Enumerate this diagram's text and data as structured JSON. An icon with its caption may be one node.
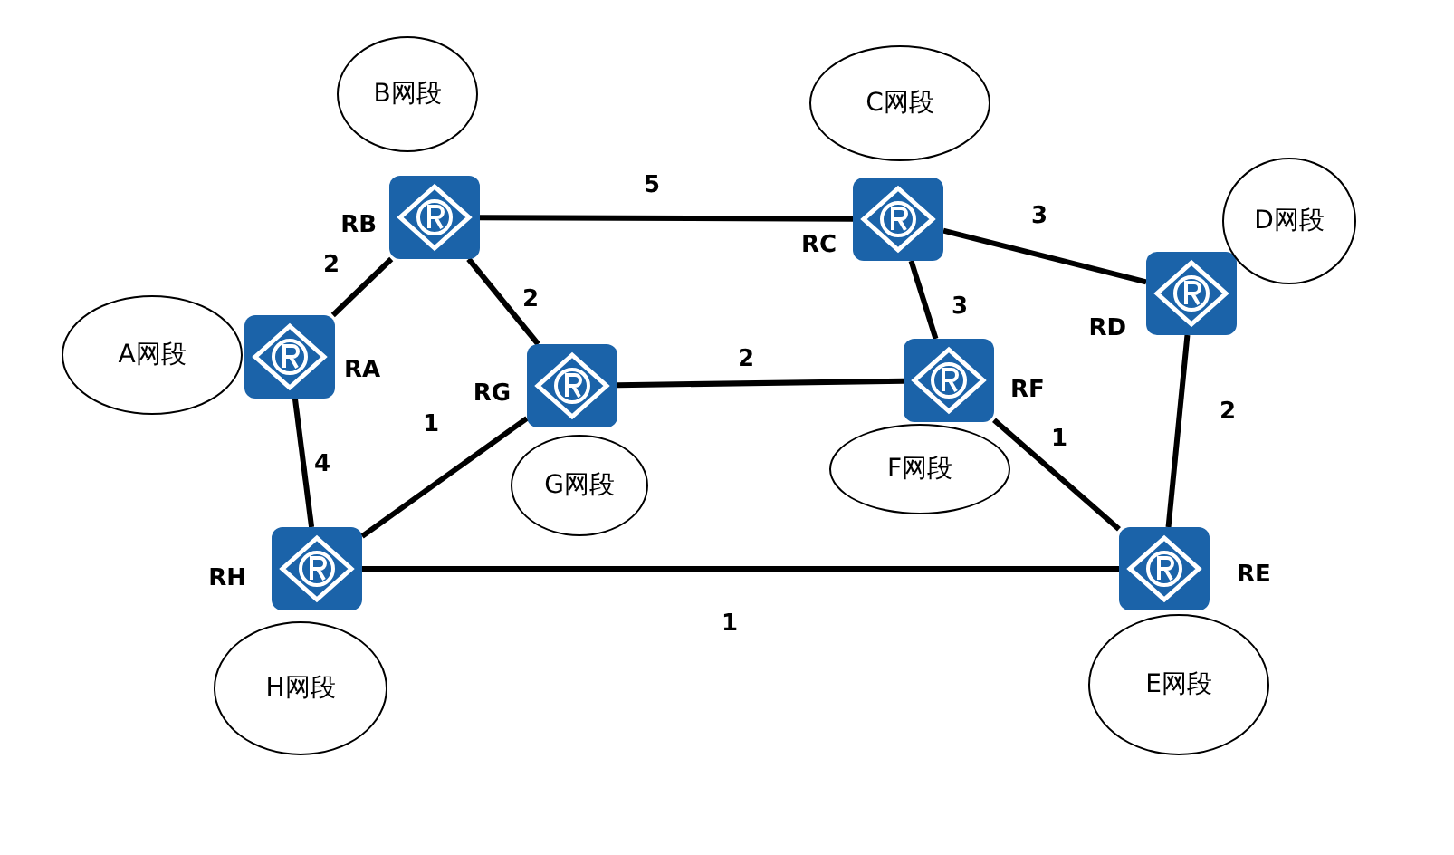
{
  "diagram": {
    "nodes": [
      {
        "text": [],
        "shape": "box",
        "beside": [
          "RA"
        ]
      },
      {
        "text": [],
        "shape": "box",
        "beside": [
          "RB"
        ]
      },
      {
        "text": [],
        "shape": "box",
        "beside": [
          "RC"
        ]
      },
      {
        "text": [],
        "shape": "box",
        "beside": [
          "RD"
        ]
      },
      {
        "text": [],
        "shape": "box",
        "beside": [
          "RE"
        ]
      },
      {
        "text": [],
        "shape": "box",
        "beside": [
          "RF"
        ]
      },
      {
        "text": [],
        "shape": "box",
        "beside": [
          "RG"
        ]
      },
      {
        "text": [],
        "shape": "box",
        "beside": [
          "RH"
        ]
      },
      {
        "text": [
          "A网段"
        ]
      },
      {
        "text": [
          "B网段"
        ]
      },
      {
        "text": [
          "C网段"
        ]
      },
      {
        "text": [
          "D网段"
        ]
      },
      {
        "text": [
          "E网段"
        ]
      },
      {
        "text": [
          "F网段"
        ]
      },
      {
        "text": [
          "G网段"
        ]
      },
      {
        "text": [
          "H网段"
        ]
      }
    ],
    "edges": [
      {
        "from": 1,
        "to": 2,
        "arrow": "none",
        "label": "5"
      },
      {
        "from": 1,
        "to": 0,
        "arrow": "none",
        "label": "2"
      },
      {
        "from": 1,
        "to": 6,
        "arrow": "none",
        "label": "2"
      },
      {
        "from": 2,
        "to": 3,
        "arrow": "none",
        "label": "3"
      },
      {
        "from": 2,
        "to": 5,
        "arrow": "none",
        "label": "3"
      },
      {
        "from": 6,
        "to": 5,
        "arrow": "none",
        "label": "2"
      },
      {
        "from": 0,
        "to": 7,
        "arrow": "none",
        "label": "4"
      },
      {
        "from": 6,
        "to": 7,
        "arrow": "none",
        "label": "1"
      },
      {
        "from": 5,
        "to": 4,
        "arrow": "none",
        "label": "1"
      },
      {
        "from": 3,
        "to": 4,
        "arrow": "none",
        "label": "2"
      },
      {
        "from": 7,
        "to": 4,
        "arrow": "none",
        "label": "1"
      }
    ]
  }
}
